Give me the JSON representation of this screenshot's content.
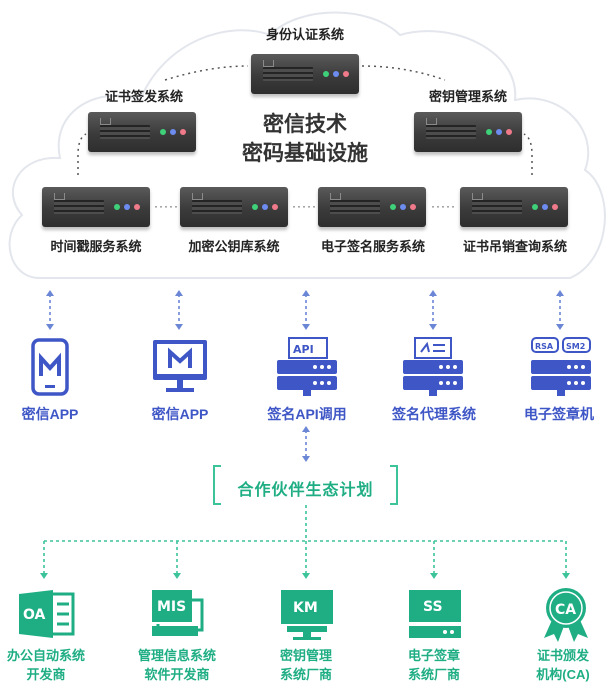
{
  "center_title": {
    "line1": "密信技术",
    "line2": "密码基础设施"
  },
  "servers": {
    "top": "身份认证系统",
    "left": "证书签发系统",
    "right": "密钥管理系统",
    "row": [
      "时间戳服务系统",
      "加密公钥库系统",
      "电子签名服务系统",
      "证书吊销查询系统"
    ]
  },
  "clients": [
    {
      "label": "密信APP",
      "icon": "mobile-app-icon"
    },
    {
      "label": "密信APP",
      "icon": "desktop-app-icon"
    },
    {
      "label": "签名API调用",
      "icon": "api-server-icon",
      "badge": "API"
    },
    {
      "label": "签名代理系统",
      "icon": "proxy-server-icon"
    },
    {
      "label": "电子签章机",
      "icon": "seal-server-icon",
      "badges": [
        "RSA",
        "SM2"
      ]
    }
  ],
  "partner_program": "合作伙伴生态计划",
  "partners": [
    {
      "line1": "办公自动系统",
      "line2": "开发商",
      "badge": "OA"
    },
    {
      "line1": "管理信息系统",
      "line2": "软件开发商",
      "badge": "MIS"
    },
    {
      "line1": "密钥管理",
      "line2": "系统厂商",
      "badge": "KM"
    },
    {
      "line1": "电子签章",
      "line2": "系统厂商",
      "badge": "SS"
    },
    {
      "line1": "证书颁发",
      "line2": "机构(CA)",
      "badge": "CA"
    }
  ],
  "colors": {
    "blue": "#3e56c6",
    "green": "#1fae84",
    "cloud_border": "#e3e6ec"
  }
}
